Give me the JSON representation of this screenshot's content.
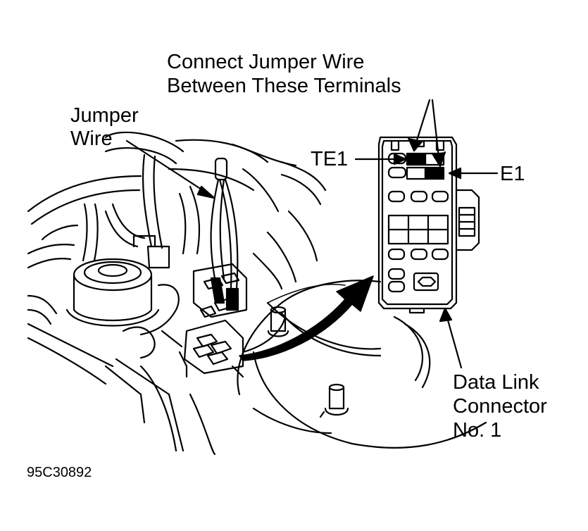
{
  "labels": {
    "connect_line1": "Connect Jumper Wire",
    "connect_line2": "Between These Terminals",
    "jumper_line1": "Jumper",
    "jumper_line2": "Wire",
    "te1": "TE1",
    "e1": "E1",
    "dlc_line1": "Data Link",
    "dlc_line2": "Connector",
    "dlc_line3": "No. 1"
  },
  "figure_id": "95C30892"
}
